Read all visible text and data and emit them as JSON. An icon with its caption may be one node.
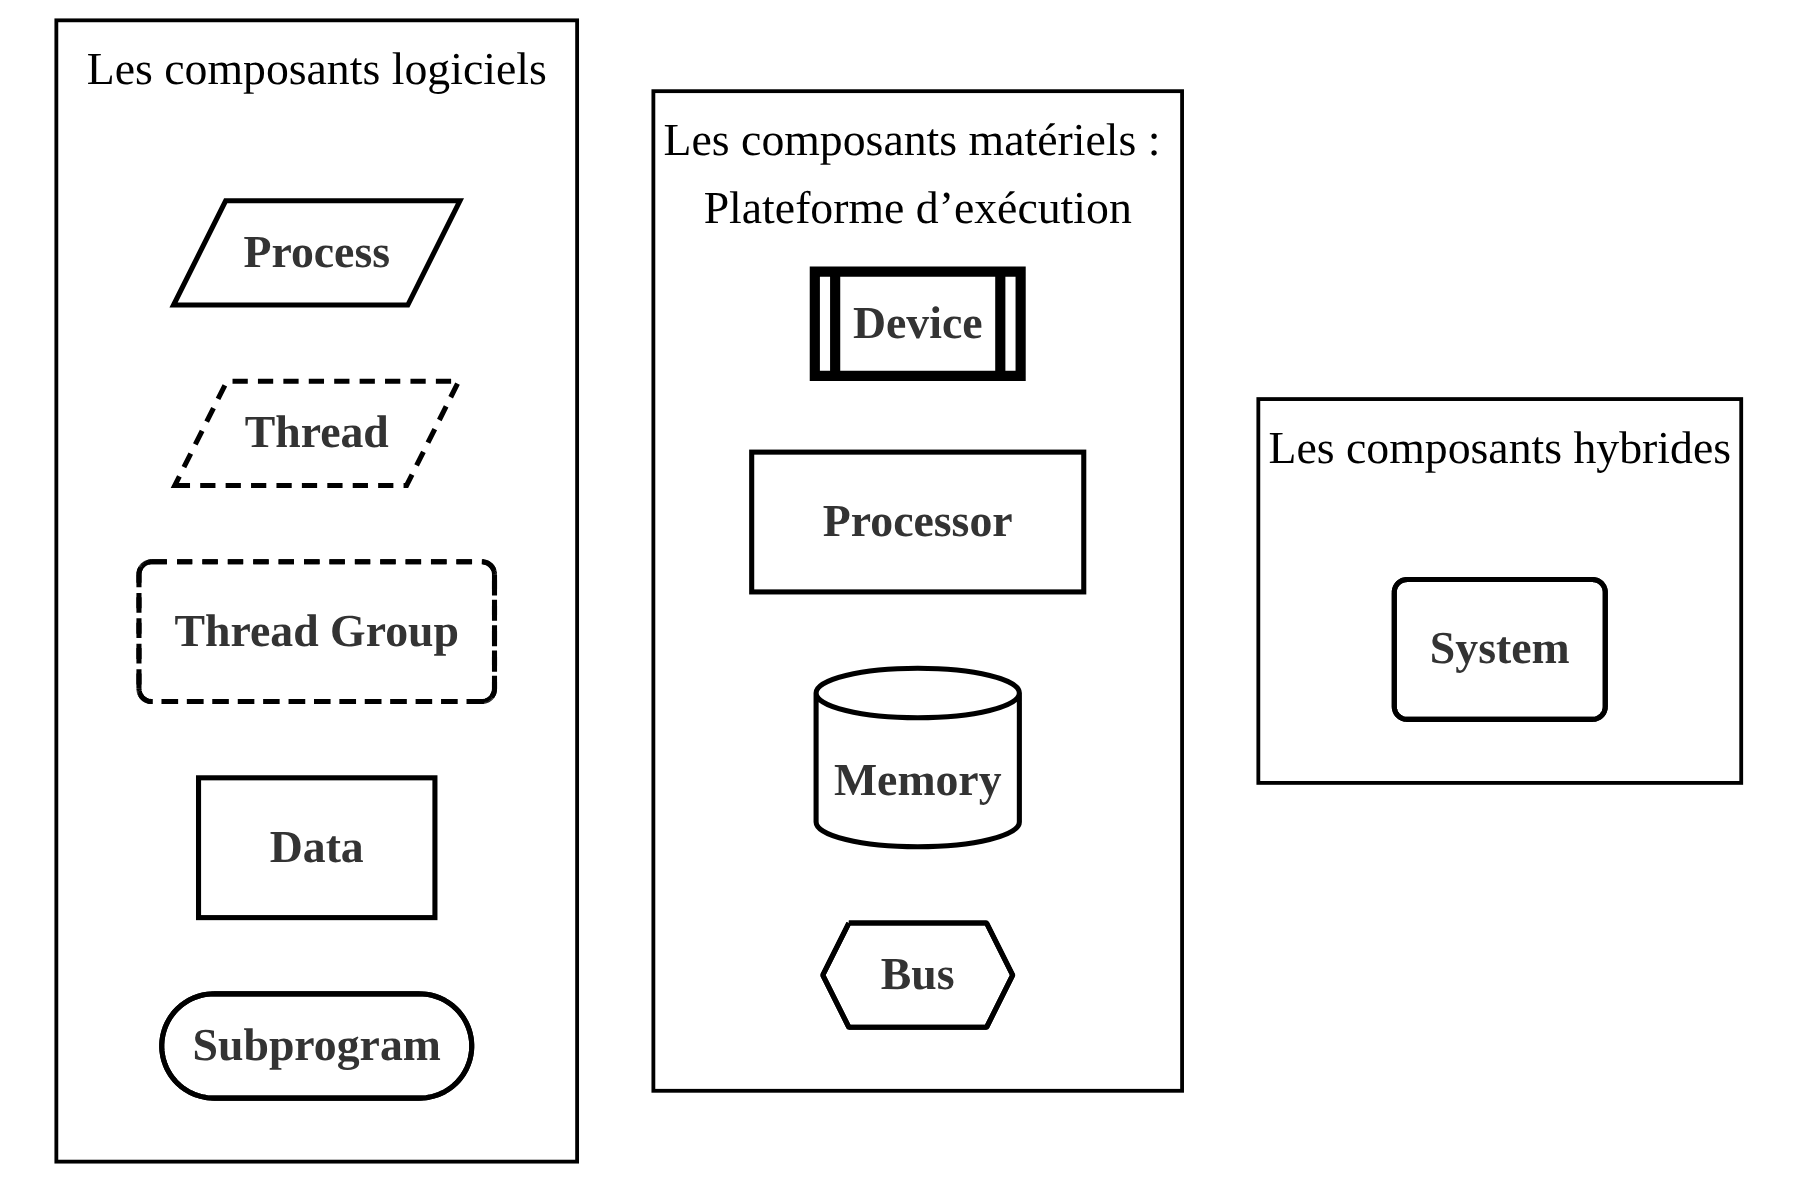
{
  "diagram": {
    "nodes": [
      {
        "text": [
          "Les composants logiciels"
        ]
      },
      {
        "text": [
          "Process"
        ],
        "in": 0
      },
      {
        "text": [
          "Thread"
        ],
        "in": 0
      },
      {
        "text": [
          "Thread Group"
        ],
        "in": 0
      },
      {
        "text": [
          "Data"
        ],
        "in": 0
      },
      {
        "text": [
          "Subprogram"
        ],
        "in": 0
      },
      {
        "text": [
          "Les composants matériels : Plateforme d’exécution"
        ]
      },
      {
        "text": [
          "Device"
        ],
        "in": 6
      },
      {
        "text": [
          "Processor"
        ],
        "in": 6
      },
      {
        "text": [
          "Memory"
        ],
        "in": 6
      },
      {
        "text": [
          "Bus"
        ],
        "in": 6
      },
      {
        "text": [
          "Les composants hybrides"
        ]
      },
      {
        "text": [
          "System"
        ],
        "in": 11
      }
    ]
  }
}
